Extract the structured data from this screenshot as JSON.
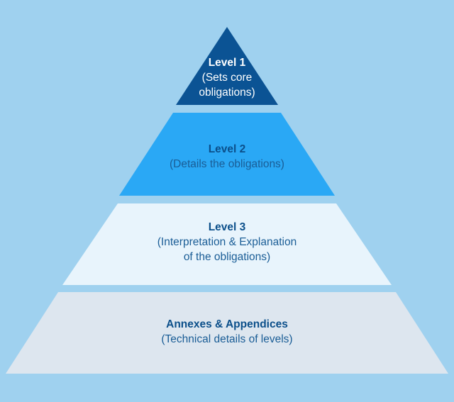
{
  "colors": {
    "background": "#9fd1ef",
    "tier_fills": [
      "#0b5394",
      "#2aa8f5",
      "#e8f4fc",
      "#dde6ef"
    ],
    "title_colors": [
      "#ffffff",
      "#0b4f8a",
      "#0b4f8a",
      "#0b4f8a"
    ],
    "desc_colors": [
      "#ffffff",
      "#1a5d96",
      "#1a5d96",
      "#1a5d96"
    ]
  },
  "pyramid": {
    "tiers": [
      {
        "title": "Level 1",
        "description_lines": [
          "(Sets core",
          "obligations)"
        ]
      },
      {
        "title": "Level 2",
        "description_lines": [
          "(Details the obligations)"
        ]
      },
      {
        "title": "Level 3",
        "description_lines": [
          "(Interpretation & Explanation",
          "of the obligations)"
        ]
      },
      {
        "title": "Annexes & Appendices",
        "description_lines": [
          "(Technical details of levels)"
        ]
      }
    ]
  }
}
